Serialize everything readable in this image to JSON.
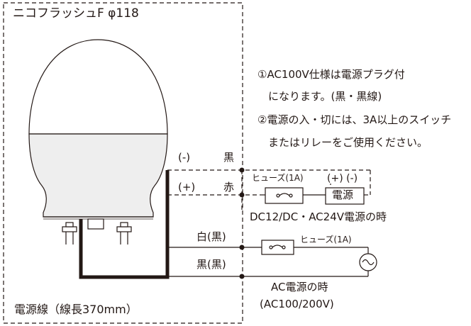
{
  "title": "ニコフラッシュF φ118",
  "cable_label": "電源線（線長370mm）",
  "notes": [
    "①AC100V仕様は電源プラグ付",
    "　になります。(黒・黒線)",
    "②電源の入・切には、3A以上のスイッチ",
    "　またはリレーをご使用ください。"
  ],
  "dc_wiring": {
    "minus_sign": "(-)",
    "minus_wire": "黒",
    "plus_sign": "(+)",
    "plus_wire": "赤",
    "fuse_label": "ヒューズ(1A)",
    "power_polarity": "(+) (-)",
    "power_label": "電源",
    "caption": "DC12/DC・AC24V電源の時"
  },
  "ac_wiring": {
    "wire1": "白(黒)",
    "wire2": "黒(黒)",
    "fuse_label": "ヒューズ(1A)",
    "caption_line1": "AC電源の時",
    "caption_line2": "(AC100/200V)"
  },
  "colors": {
    "line": "#231815",
    "dome_upper": "#ffffff",
    "dome_lower": "#eeeeee"
  }
}
